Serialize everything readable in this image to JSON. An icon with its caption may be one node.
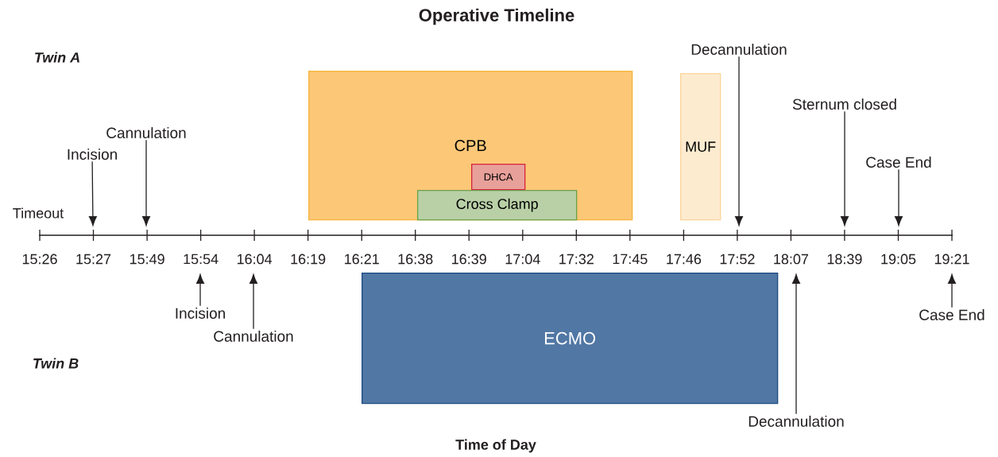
{
  "diagram": {
    "title": "Operative Timeline",
    "nodes": [
      {
        "text": [
          "Decannulation"
        ]
      },
      {
        "text": [
          "CPB"
        ]
      },
      {
        "text": [
          "DHCA"
        ],
        "in": 1
      },
      {
        "text": [
          "Cross Clamp"
        ],
        "in": 1
      },
      {
        "text": [
          "MUF"
        ]
      },
      {
        "text": [
          "Sternum closed"
        ]
      },
      {
        "text": [
          "Cannulation"
        ]
      },
      {
        "text": [
          "Incision"
        ]
      },
      {
        "text": [
          "Case End"
        ]
      },
      {
        "text": [
          "Incision"
        ]
      },
      {
        "text": [
          "Cannulation"
        ]
      },
      {
        "text": [
          "ECMO"
        ]
      },
      {
        "text": [
          "Case End"
        ]
      },
      {
        "text": [
          "Decannulation"
        ]
      }
    ],
    "edges": [
      {
        "from": 7,
        "to": null,
        "arrow": "to"
      },
      {
        "from": 6,
        "to": null,
        "arrow": "to"
      },
      {
        "from": 0,
        "to": null,
        "arrow": "to"
      },
      {
        "from": 5,
        "to": null,
        "arrow": "to"
      },
      {
        "from": 8,
        "to": null,
        "arrow": "to"
      },
      {
        "from": 9,
        "to": null,
        "arrow": "to"
      },
      {
        "from": 10,
        "to": null,
        "arrow": "to"
      },
      {
        "from": 13,
        "to": null,
        "arrow": "to"
      },
      {
        "from": 12,
        "to": null,
        "arrow": "to"
      }
    ],
    "labels": [
      "Twin A",
      "Timeout",
      "15:26",
      "15:27",
      "15:49",
      "15:54",
      "16:04",
      "16:19",
      "16:21",
      "16:38",
      "16:39",
      "17:04",
      "17:32",
      "17:45",
      "17:46",
      "17:52",
      "18:07",
      "18:39",
      "19:05",
      "19:21",
      "Twin B",
      "Time of Day"
    ]
  }
}
